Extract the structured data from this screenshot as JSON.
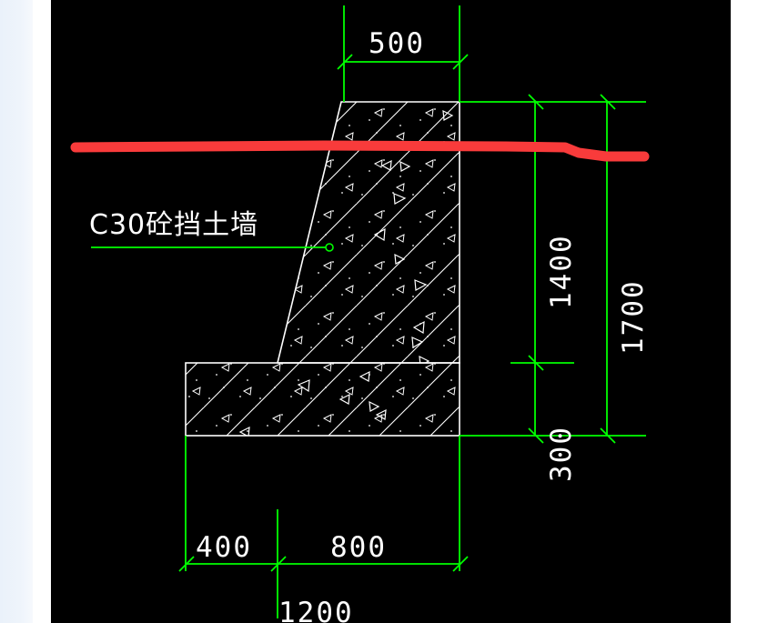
{
  "drawing": {
    "title": "C30 concrete retaining wall section",
    "background_color": "#000000",
    "geometry_color": "#ffffff",
    "dimension_color": "#00ff00",
    "annotation_color": "#f93b3b",
    "label": {
      "text": "C30砼挡土墙",
      "leader": "leader-line-with-circle-terminator"
    },
    "dimensions": {
      "top_width": "500",
      "wall_height": "1400",
      "total_height": "1700",
      "footing_height": "300",
      "heel_width": "400",
      "toe_width": "800",
      "footing_width": "1200"
    },
    "hatch": {
      "pattern": "concrete",
      "symbols": "triangles-and-dots"
    },
    "annotation": {
      "type": "red-highlight-stroke",
      "color": "#f93b3b"
    }
  }
}
